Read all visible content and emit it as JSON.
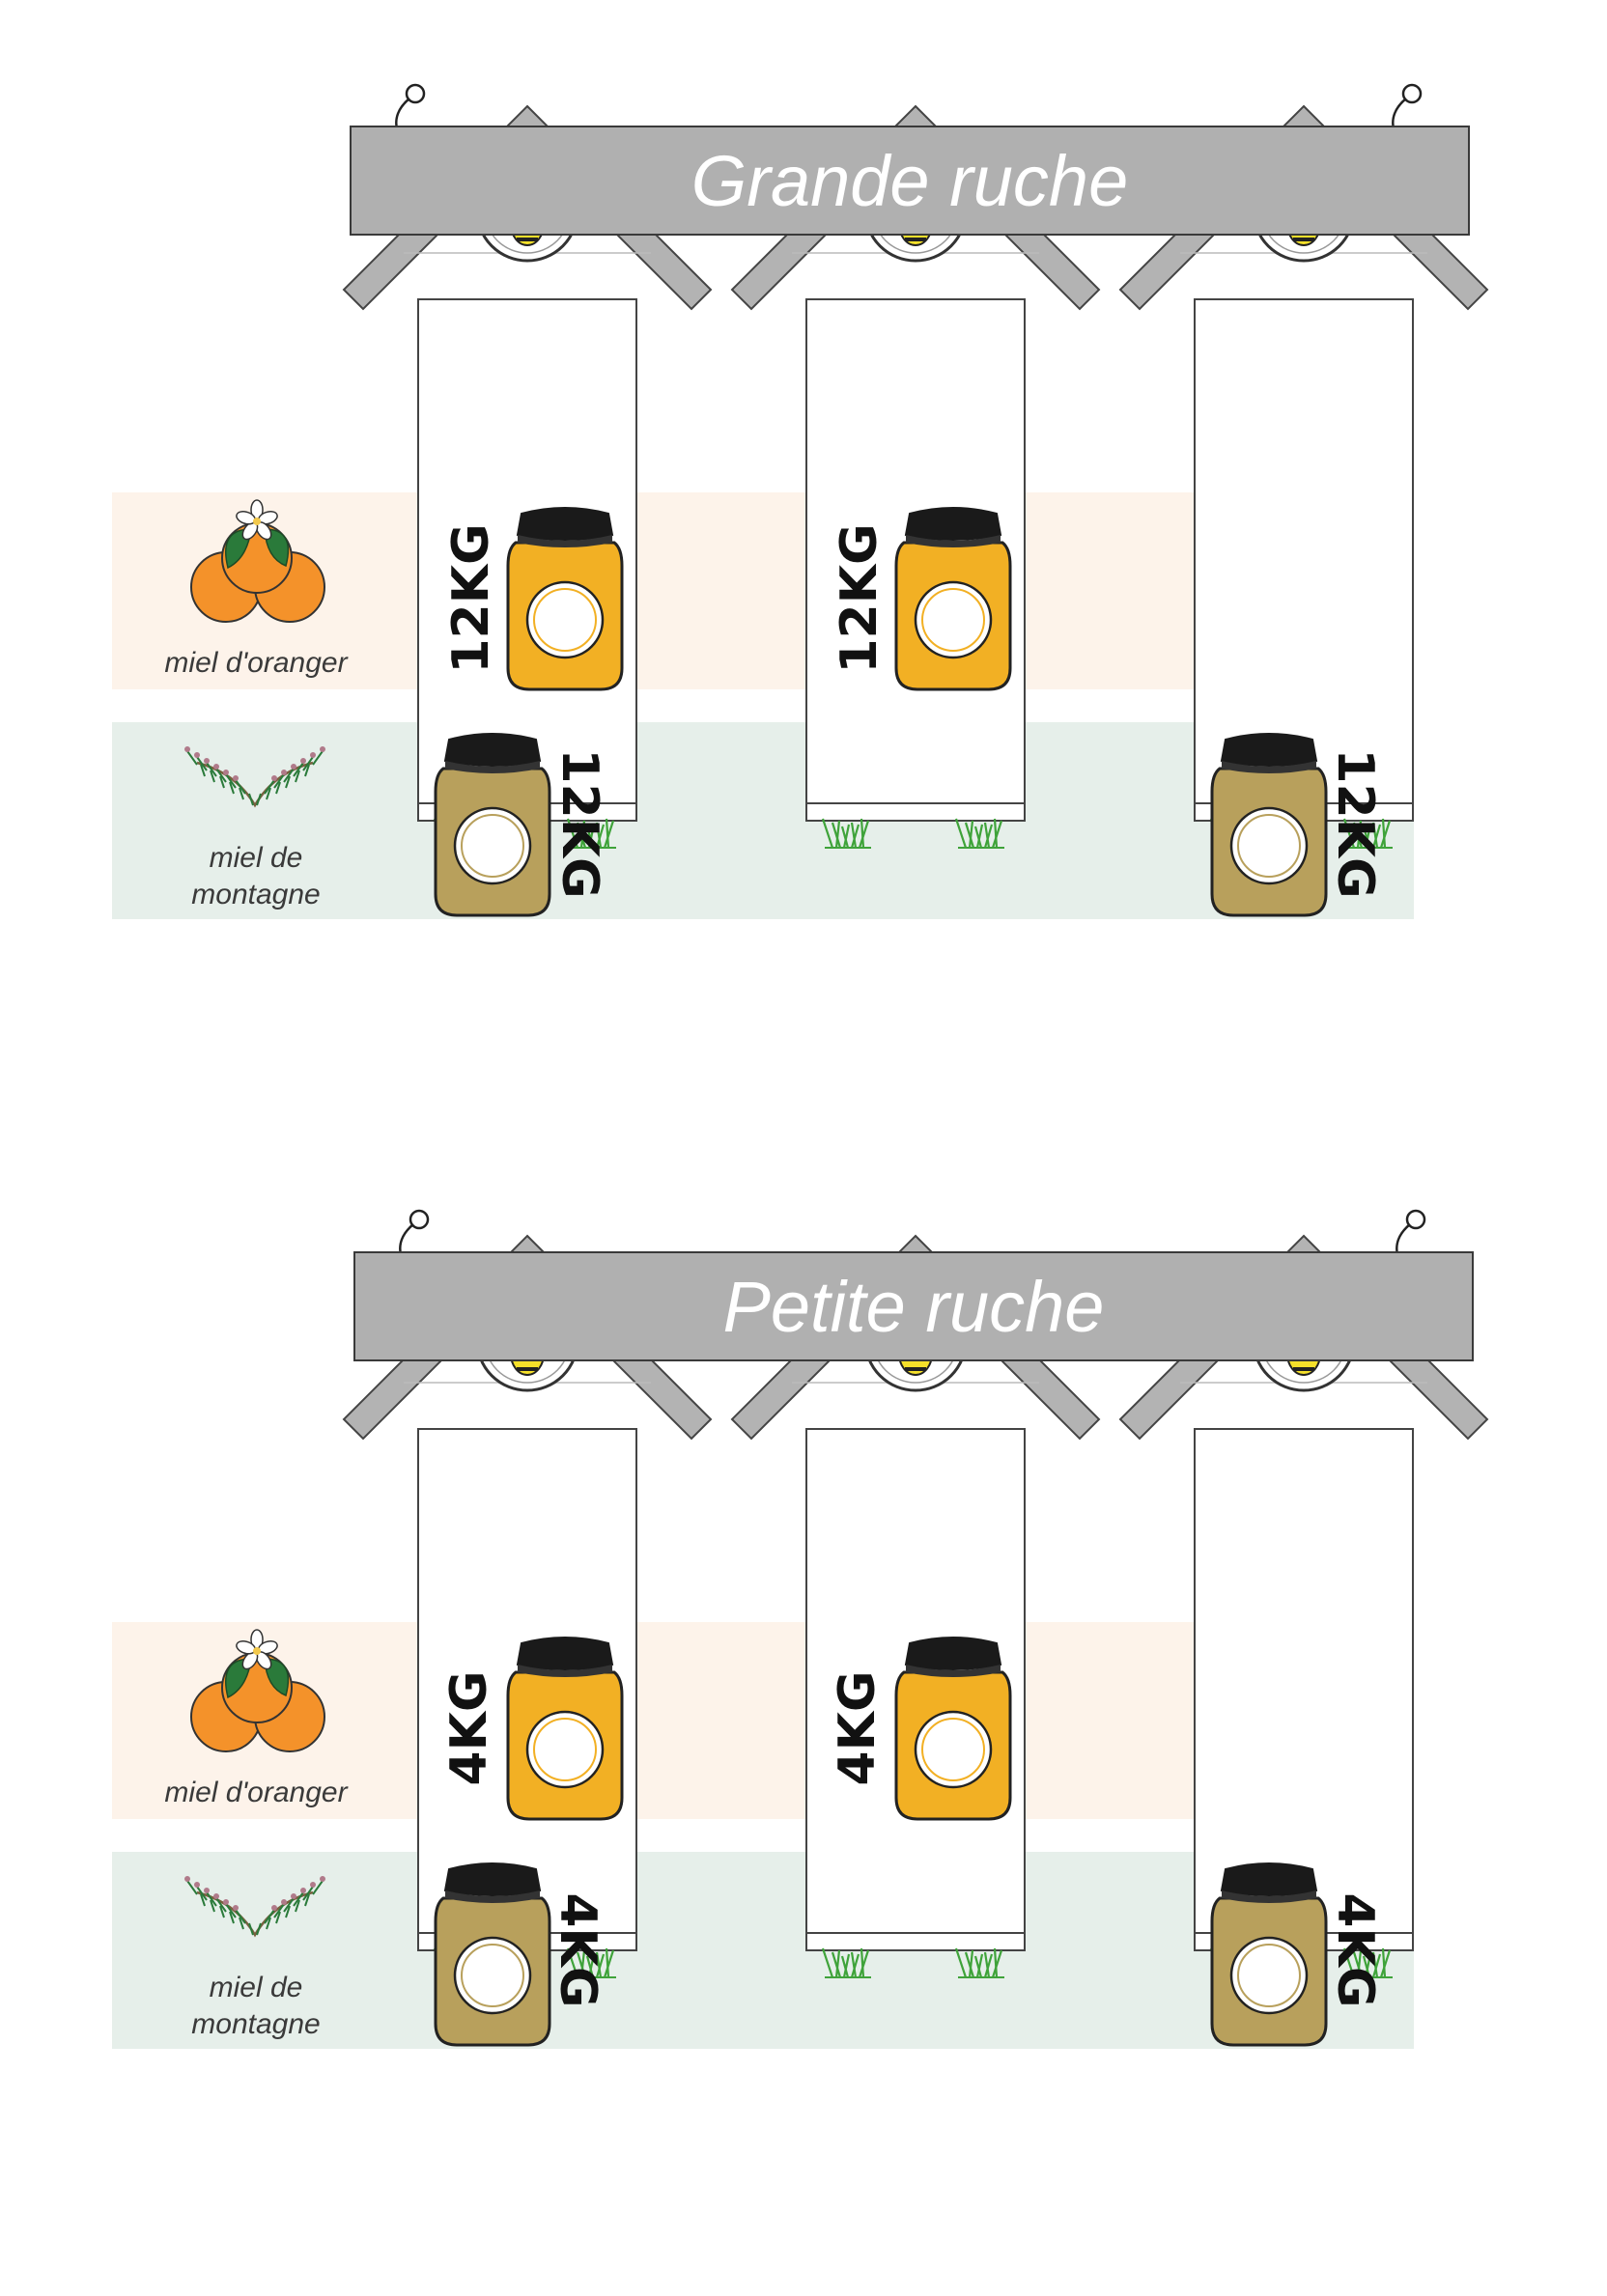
{
  "sections": [
    {
      "title": "Grande ruche",
      "rows": [
        {
          "label": "miel d'oranger",
          "type": "orange"
        },
        {
          "label": "miel de montagne",
          "label_lines": [
            "miel de",
            "montagne"
          ],
          "type": "mountain"
        }
      ],
      "hives": [
        {
          "orange": "12KG",
          "mountain": "12KG"
        },
        {
          "orange": "12KG",
          "mountain": null
        },
        {
          "orange": null,
          "mountain": "12KG"
        }
      ]
    },
    {
      "title": "Petite ruche",
      "rows": [
        {
          "label": "miel d'oranger",
          "type": "orange"
        },
        {
          "label": "miel de montagne",
          "label_lines": [
            "miel de",
            "montagne"
          ],
          "type": "mountain"
        }
      ],
      "hives": [
        {
          "orange": "4KG",
          "mountain": "4KG"
        },
        {
          "orange": "4KG",
          "mountain": null
        },
        {
          "orange": null,
          "mountain": "4KG"
        }
      ]
    }
  ],
  "colors": {
    "orange_band": "#fdf3ea",
    "mountain_band": "#e6efea",
    "orange_honey": "#f2b024",
    "mountain_honey": "#b8a05c",
    "roof": "#b3b3b3",
    "sign": "#b0b0b0",
    "orange_fruit": "#f4922a",
    "leaf": "#2a7a3a",
    "bee_yellow": "#f5e02a",
    "grass": "#3fa33a"
  },
  "icons": [
    "orange-blossom-icon",
    "mountain-herb-icon",
    "bee-icon",
    "honey-jar-icon",
    "grass-icon",
    "hook-icon"
  ]
}
